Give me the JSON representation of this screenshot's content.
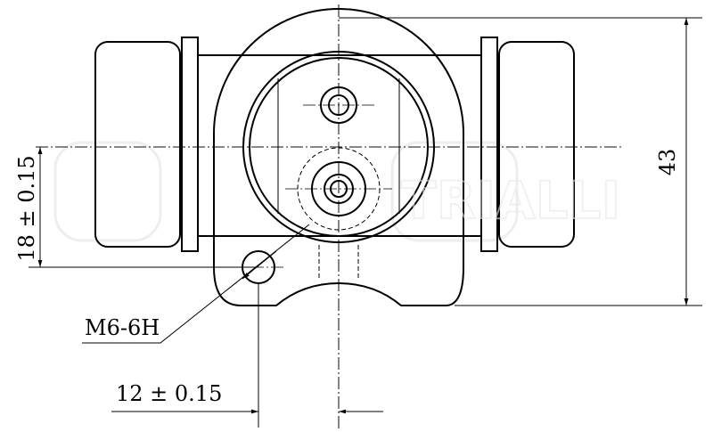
{
  "drawing": {
    "dimensions": {
      "height_total": "43",
      "center_offset": "18 ± 0.15",
      "bleed_offset": "12 ± 0.15",
      "thread": "M6-6H"
    },
    "watermark": "TRIALLI"
  }
}
